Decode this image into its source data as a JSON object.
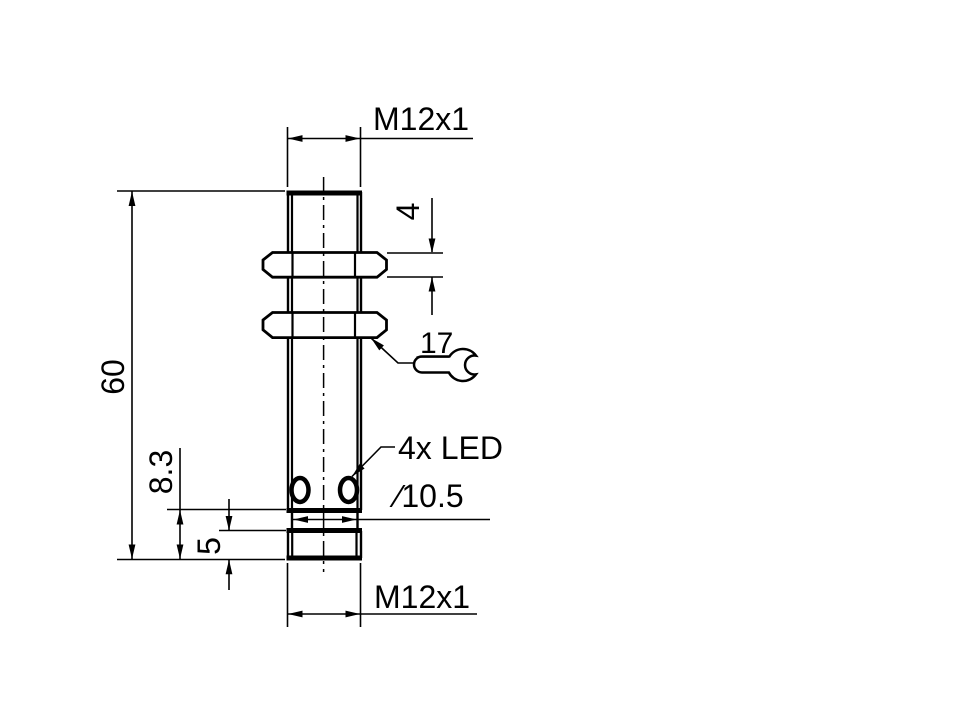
{
  "drawing": {
    "kind": "dimensional-drawing-cylindrical-sensor",
    "background_color": "#ffffff",
    "line_color": "#000000"
  },
  "labels": {
    "thread_top": "M12x1",
    "thread_bottom": "M12x1",
    "nut_thickness": "4",
    "wrench_size": "17",
    "led_note": "4x LED",
    "end_cap_diameter": "∕10.5",
    "overall_length": "60",
    "led_to_end": "8.3",
    "connector_section": "5"
  }
}
